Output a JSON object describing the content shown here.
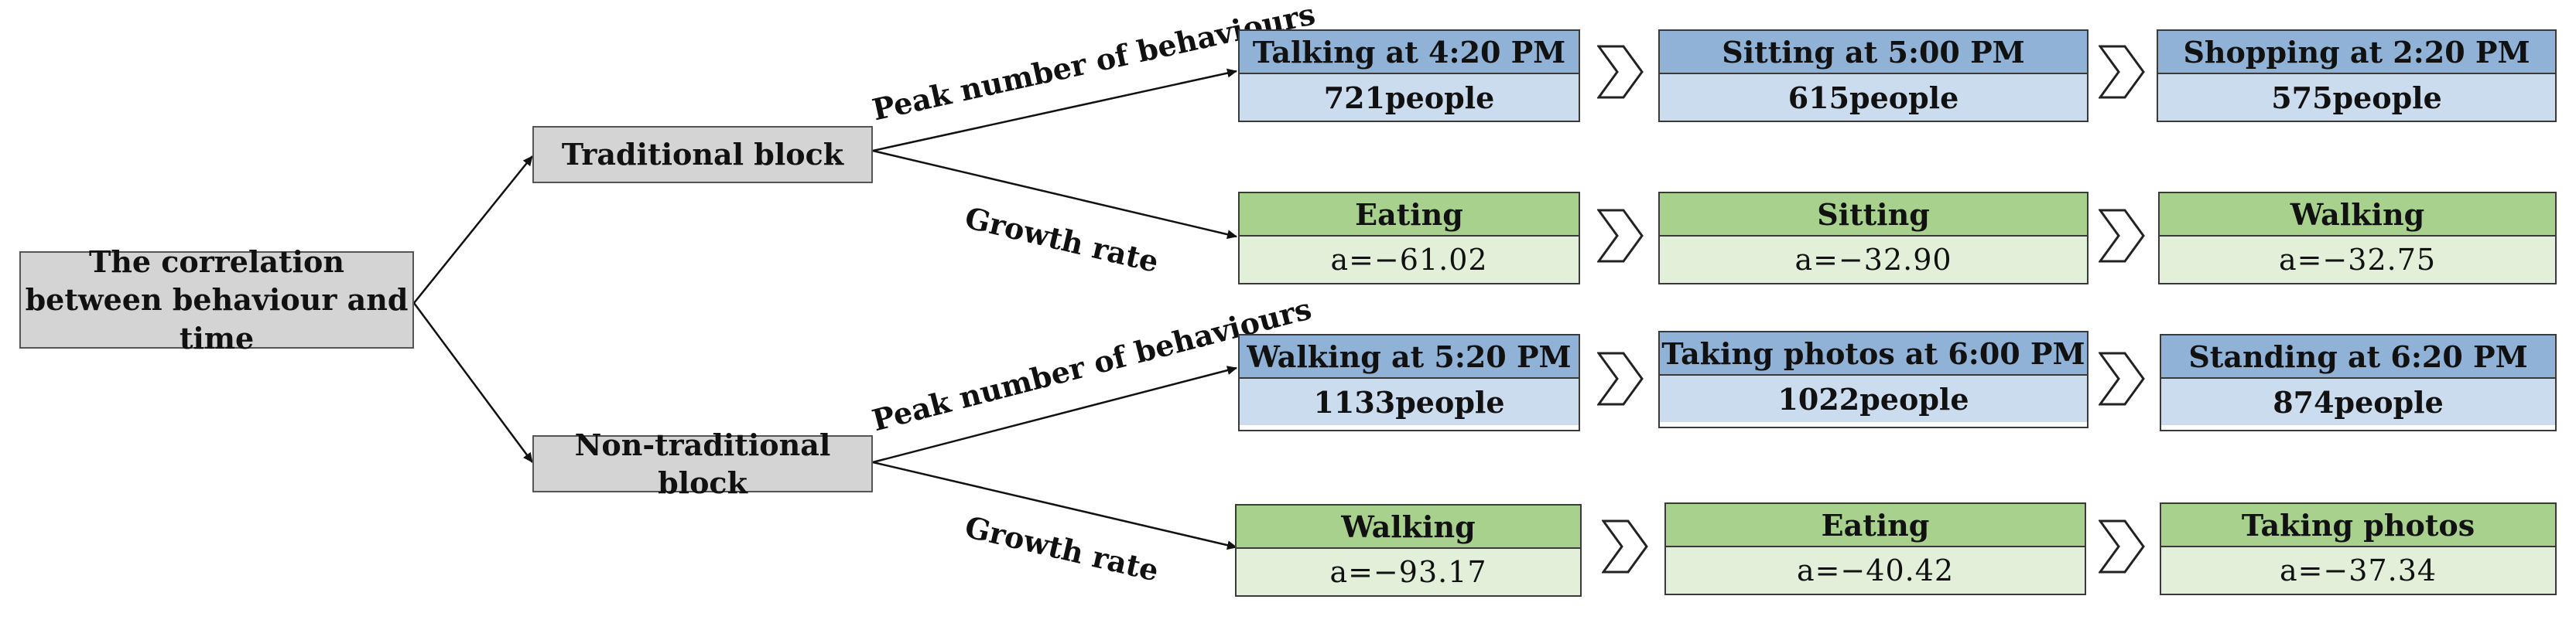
{
  "root": {
    "label": "The correlation between behaviour and time"
  },
  "branches": [
    {
      "label": "Traditional block",
      "peak_label": "Peak number of behaviours",
      "growth_label": "Growth rate",
      "peak": [
        {
          "title": "Talking at 4:20 PM",
          "value": "721people"
        },
        {
          "title": "Sitting at 5:00 PM",
          "value": "615people"
        },
        {
          "title": "Shopping at 2:20 PM",
          "value": "575people"
        }
      ],
      "growth": [
        {
          "title": "Eating",
          "value": "a=−61.02"
        },
        {
          "title": "Sitting",
          "value": "a=−32.90"
        },
        {
          "title": "Walking",
          "value": "a=−32.75"
        }
      ]
    },
    {
      "label": "Non-traditional block",
      "peak_label": "Peak number of behaviours",
      "growth_label": "Growth rate",
      "peak": [
        {
          "title": "Walking at 5:20 PM",
          "value": "1133people"
        },
        {
          "title": "Taking photos at 6:00 PM",
          "value": "1022people"
        },
        {
          "title": "Standing at 6:20 PM",
          "value": "874people"
        }
      ],
      "growth": [
        {
          "title": "Walking",
          "value": "a=−93.17"
        },
        {
          "title": "Eating",
          "value": "a=−40.42"
        },
        {
          "title": "Taking photos",
          "value": "a=−37.34"
        }
      ]
    }
  ],
  "colors": {
    "peak_header": "#8fb2d6",
    "peak_body": "#ccdcef",
    "growth_header": "#a9d18e",
    "growth_body": "#e2efd9",
    "node_fill": "#d4d4d4"
  }
}
